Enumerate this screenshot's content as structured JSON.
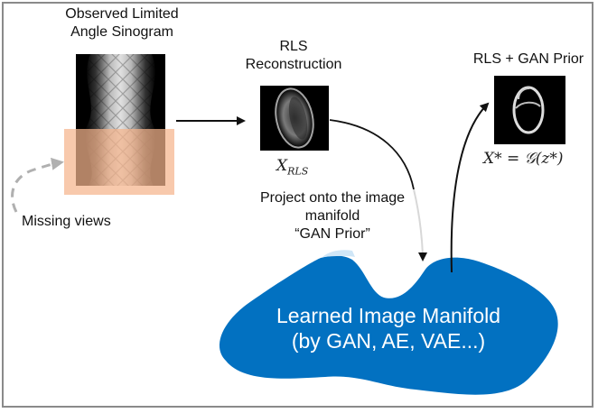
{
  "diagram": {
    "sinogram": {
      "title_line1": "Observed Limited",
      "title_line2": "Angle Sinogram",
      "missing_label": "Missing views"
    },
    "rls": {
      "title_line1": "RLS",
      "title_line2": "Reconstruction",
      "math_var": "X",
      "math_sub": "RLS"
    },
    "gan_result": {
      "title": "RLS + GAN Prior",
      "math": "X* = 𝒢(z*)"
    },
    "projection": {
      "line1": "Project onto the image",
      "line2": "manifold",
      "line3": "“GAN Prior”"
    },
    "manifold": {
      "line1": "Learned Image Manifold",
      "line2": "(by GAN, AE, VAE...)"
    },
    "colors": {
      "manifold_blue": "#0271c1",
      "highlight_light_blue": "#cfe6f7",
      "missing_overlay": "#f5b48c",
      "arrow": "#111111",
      "dashed_arrow": "#b0b0b0",
      "frame": "#8a8a8a"
    }
  }
}
